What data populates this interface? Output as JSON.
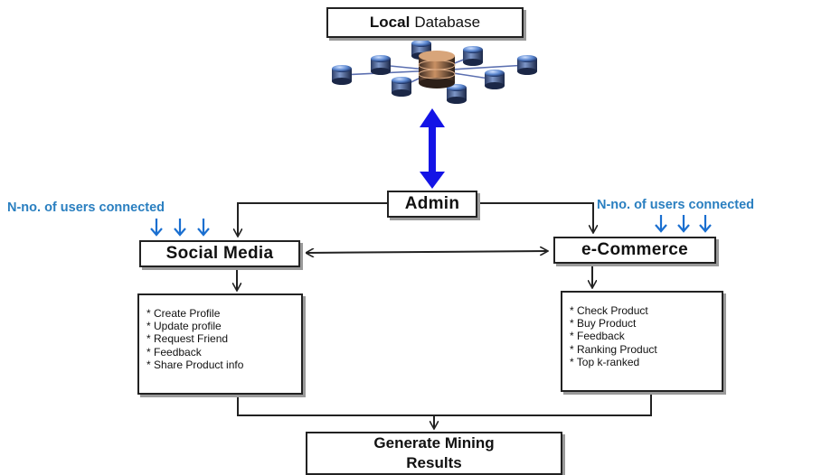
{
  "nodes": {
    "local_db": {
      "bold": "Local",
      "normal": "Database"
    },
    "admin": "Admin",
    "social_media": "Social Media",
    "ecommerce": "e-Commerce",
    "result": [
      "Generate Mining",
      "Results"
    ]
  },
  "users_connected_label": "N-no. of users connected",
  "social_features": [
    "Create Profile",
    "Update profile",
    "Request Friend",
    "Feedback",
    "Share Product info"
  ],
  "ecommerce_features": [
    "Check Product",
    "Buy Product",
    "Feedback",
    "Ranking Product",
    "Top k-ranked"
  ],
  "colors": {
    "admin_db_arrow": "#1414e6",
    "user_arrows": "#1a6fd0",
    "users_label": "#2a7fc0",
    "line": "#222222",
    "db_center": "#b07a3a",
    "db_satellite": "#4a78c0",
    "db_network": "#5b6fb0"
  },
  "icons": {
    "local_db": "database-network-icon"
  }
}
